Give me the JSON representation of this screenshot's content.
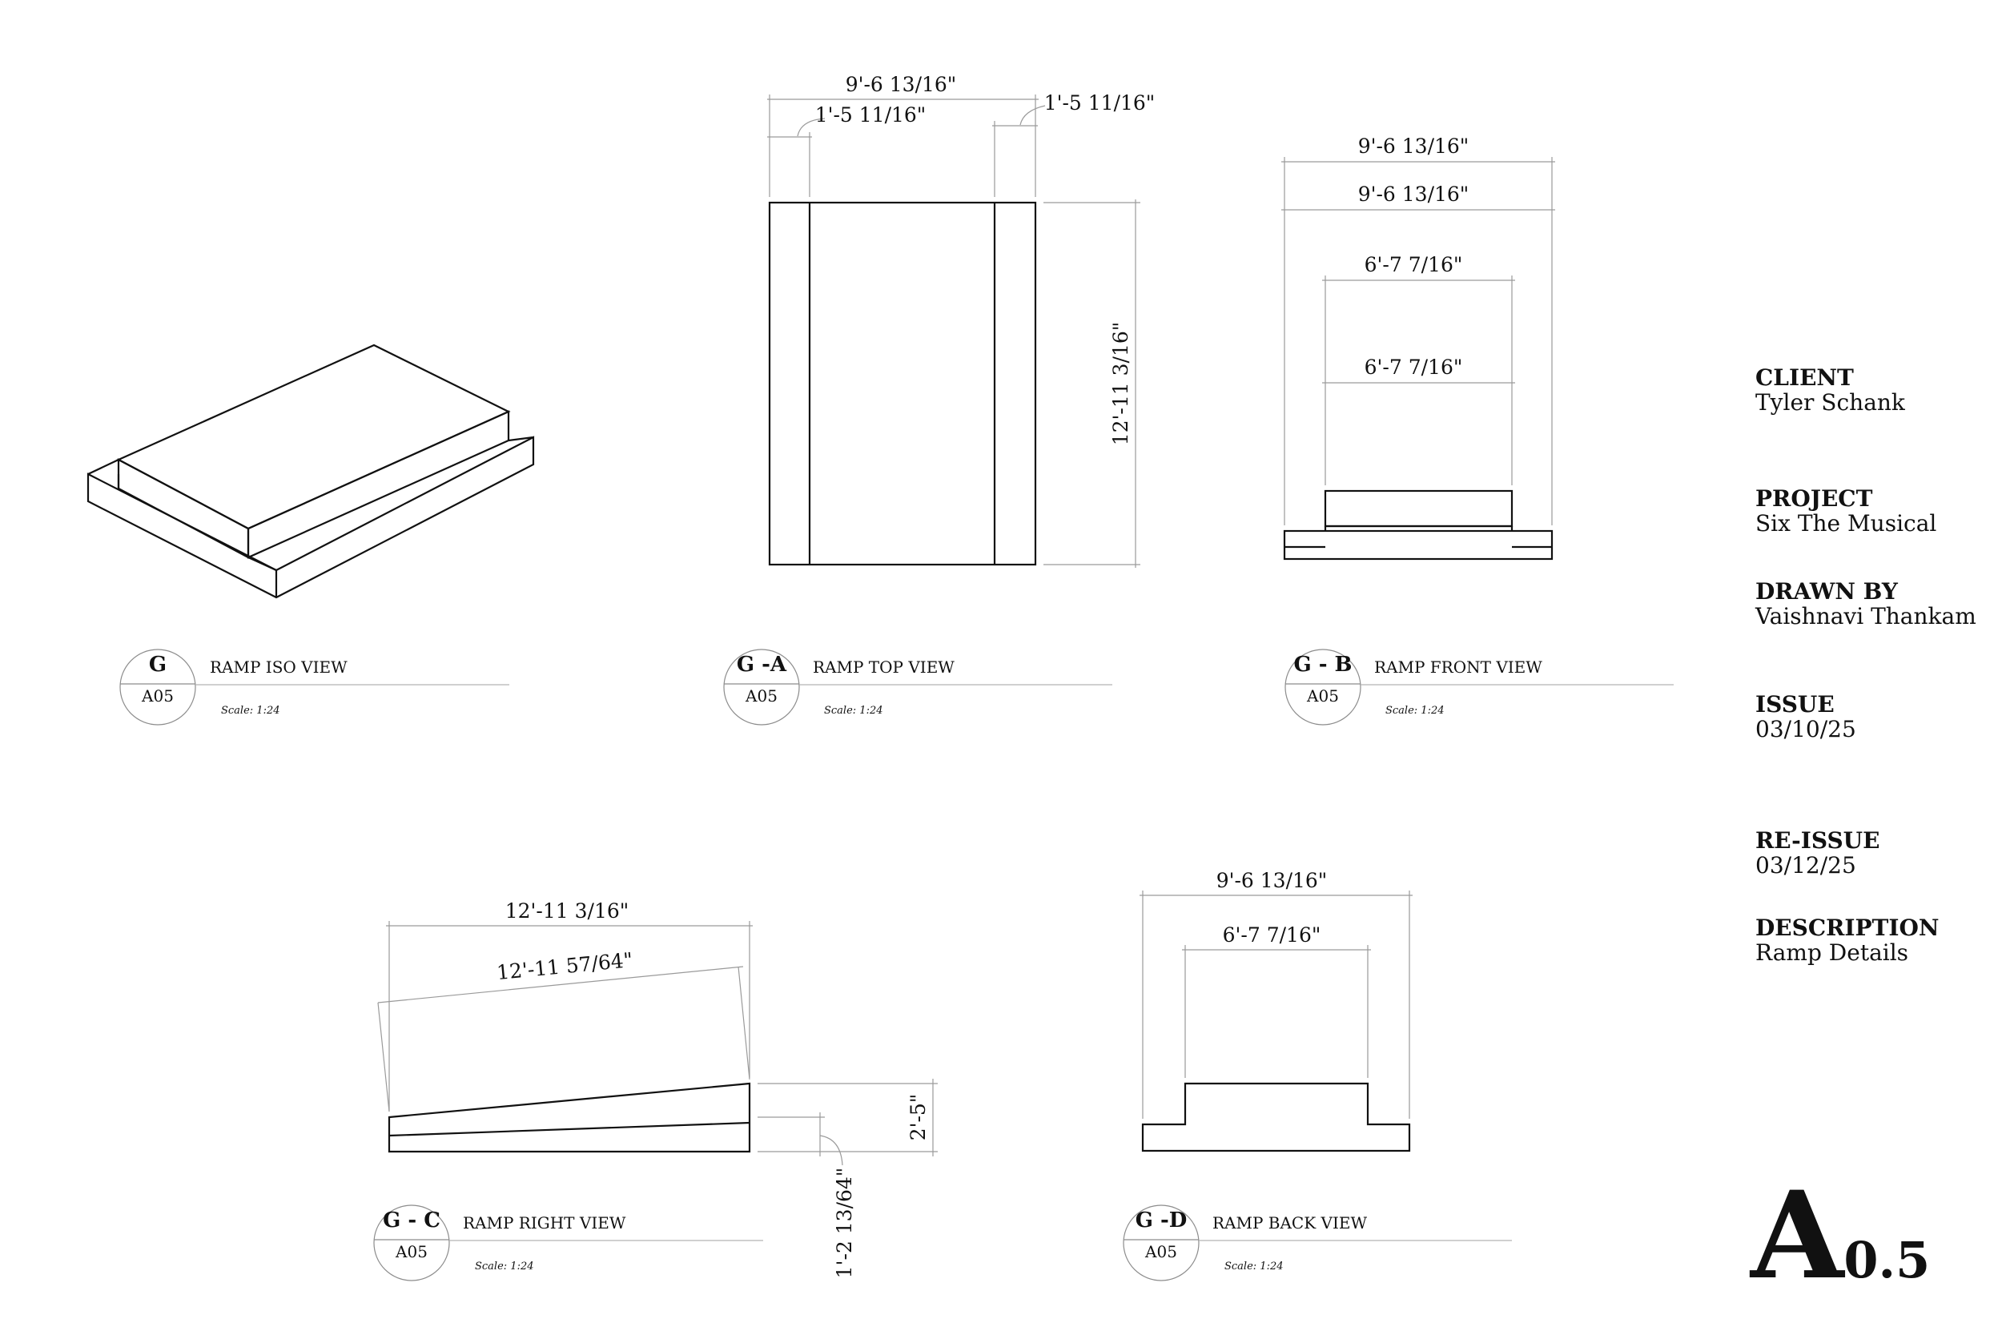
{
  "views": {
    "iso": {
      "id": "G",
      "sheet": "A05",
      "title": "RAMP ISO VIEW",
      "scale": "Scale: 1:24"
    },
    "top": {
      "id": "G -A",
      "sheet": "A05",
      "title": "RAMP TOP VIEW",
      "scale": "Scale: 1:24"
    },
    "front": {
      "id": "G - B",
      "sheet": "A05",
      "title": "RAMP FRONT VIEW",
      "scale": "Scale: 1:24"
    },
    "right": {
      "id": "G - C",
      "sheet": "A05",
      "title": "RAMP RIGHT VIEW",
      "scale": "Scale: 1:24"
    },
    "back": {
      "id": "G -D",
      "sheet": "A05",
      "title": "RAMP BACK VIEW",
      "scale": "Scale: 1:24"
    }
  },
  "dimensions": {
    "top_overall_width": "9'-6 13/16\"",
    "top_left_rail": "1'-5 11/16\"",
    "top_right_rail": "1'-5 11/16\"",
    "top_length": "12'-11 3/16\"",
    "front_overall_1": "9'-6 13/16\"",
    "front_overall_2": "9'-6 13/16\"",
    "front_inner_1": "6'-7 7/16\"",
    "front_inner_2": "6'-7 7/16\"",
    "right_length": "12'-11 3/16\"",
    "right_slope": "12'-11 57/64\"",
    "right_height": "2'-5\"",
    "right_base": "1'-2 13/64\"",
    "back_overall": "9'-6 13/16\"",
    "back_inner": "6'-7 7/16\""
  },
  "title_block": {
    "client_label": "CLIENT",
    "client": "Tyler Schank",
    "project_label": "PROJECT",
    "project": "Six The Musical",
    "drawn_by_label": "DRAWN BY",
    "drawn_by": "Vaishnavi Thankam",
    "issue_label": "ISSUE",
    "issue": "03/10/25",
    "reissue_label": "RE-ISSUE",
    "reissue": "03/12/25",
    "description_label": "DESCRIPTION",
    "description": "Ramp Details",
    "sheet_letter": "A",
    "sheet_number": "0.5"
  }
}
